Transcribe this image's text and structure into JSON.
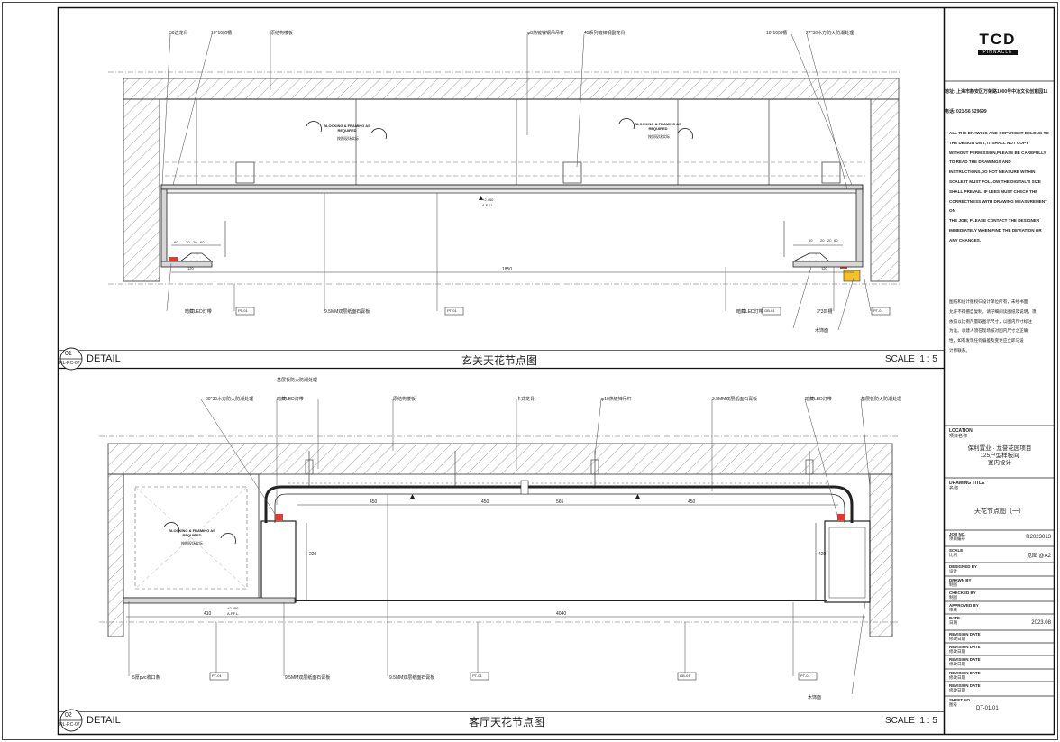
{
  "brand": {
    "logo_text": "TCD",
    "logo_sub": "PINNACLE"
  },
  "company": {
    "address_line": "地址: 上海市静安区万荣路1000号中冶文化创意园11",
    "phone_line": "电话: 021-56 529699"
  },
  "copyright_en": [
    "ALL THE DRAWING AND COPYRIGHT BELONG TO",
    "THE DESIGN UNIT, IT SHALL NOT COPY",
    "WITHOUT PERMISSION,PLEASE BE CAREFULLY",
    "TO READ THE DRAWINGS AND",
    "INSTRUCTIONS,DO NOT MEASURE WITHIN",
    "SCALE.IT MUST FOLLOW THE DIGITAL'S SIZE",
    "SHALL PREVAIL, IF LEES MUST CHECK THE",
    "CORRECTNESS WITH DRAWING MEASUREMENT ON",
    "THE JOB; PLEASE CONTACT THE DESIGNER",
    "IMMEDIATELY WHEN FIND THE DEVIATION OR",
    "ANY CHANGES."
  ],
  "copyright_cn": [
    "图纸和设计版权归设计单位所有，未经书面",
    "允许不得擅自复制。请仔细阅读图纸及说明，须",
    "依照以比例尺量取图示尺寸，以图内尺寸标注",
    "为准。承建人须在现场核对图内尺寸之正确",
    "性，如有发现任何偏差及变更应立即与设",
    "计师联系。"
  ],
  "title_block": {
    "location_label": "LOCATION",
    "location_label_cn": "项目名称",
    "project_name_1": "保利置业 · 龙誉花园项目",
    "project_name_2": "125户型样板间",
    "project_name_3": "室内设计",
    "drawing_title_label": "DRAWING TITLE",
    "drawing_title_label_cn": "名称",
    "drawing_title": "天花节点图（一）",
    "rows": [
      {
        "label": "JOB NO.",
        "label_cn": "项目编号",
        "value": "R2023013"
      },
      {
        "label": "SCALE",
        "label_cn": "比例",
        "value": "见图 @A2"
      },
      {
        "label": "DESIGNED BY",
        "label_cn": "设计",
        "value": ""
      },
      {
        "label": "DRAWN BY",
        "label_cn": "制图",
        "value": ""
      },
      {
        "label": "CHECKED BY",
        "label_cn": "制图",
        "value": ""
      },
      {
        "label": "APPROVED BY",
        "label_cn": "审核",
        "value": ""
      },
      {
        "label": "DATE",
        "label_cn": "日期",
        "value": "2023.08"
      },
      {
        "label": "REVISION DATE",
        "label_cn": "修改日期",
        "value": ""
      },
      {
        "label": "REVISION DATE",
        "label_cn": "修改日期",
        "value": ""
      },
      {
        "label": "REVISION DATE",
        "label_cn": "修改日期",
        "value": ""
      },
      {
        "label": "REVISION DATE",
        "label_cn": "修改日期",
        "value": ""
      },
      {
        "label": "REVISION DATE",
        "label_cn": "修改日期",
        "value": ""
      },
      {
        "label": "SHEET NO.",
        "label_cn": "图号",
        "value": "DT-01.01"
      }
    ]
  },
  "details": [
    {
      "number": "01",
      "ref": "RL-RC-07",
      "label": "DETAIL",
      "title": "玄关天花节点图",
      "scale": "SCALE  1 : 5",
      "callouts_top": [
        "50边龙骨",
        "10*10凹槽",
        "原结构楼板",
        "φ8热镀锌钢吊吊杆",
        "45系列镀锌钢副龙骨",
        "10*10凹槽",
        "27*30木方防火防潮处理"
      ],
      "callouts_bottom": [
        "暗藏LED灯带",
        "9.5MM双层纸面石膏板",
        "暗藏LED灯带",
        "3*3凹槽",
        "木饰面"
      ],
      "blocking_text": "BLOCKING & FRAMING AS REQUIRED",
      "blocking_cn": "按照现场实际",
      "dims": [
        "1850",
        "120",
        "60",
        "20",
        "20",
        "60",
        "120",
        "60",
        "20",
        "20",
        "60"
      ],
      "level_text": "+2.450",
      "level_sub": "A.F.F.L."
    },
    {
      "number": "02",
      "ref": "RL-RC-07",
      "label": "DETAIL",
      "title": "客厅天花节点图",
      "scale": "SCALE  1 : 5",
      "callouts_top": [
        "30*30木方防火防潮处理",
        "基层板防火防潮处理",
        "暗藏LED灯带",
        "原结构楼板",
        "卡式龙骨",
        "φ10热镀锌吊杆",
        "9.5MM双层纸面石膏板",
        "暗藏LED灯带",
        "基层板防火防潮处理"
      ],
      "callouts_bottom": [
        "5厚pvc收口条",
        "9.5MM双层纸面石膏板",
        "9.5MM双层纸面石膏板",
        "木饰面"
      ],
      "blocking_text": "BLOCKING & FRAMING AS REQUIRED",
      "blocking_cn": "按照现场实际",
      "dims": [
        "410",
        "4040",
        "450",
        "450",
        "565",
        "450",
        "220",
        "420"
      ],
      "level_text": "+2.550",
      "level_sub": "A.F.F.L."
    }
  ],
  "tags": [
    "PT-01",
    "PT-01",
    "GB-01",
    "PT-01",
    "PT-01",
    "PT-01",
    "GB-01",
    "PT-01"
  ]
}
